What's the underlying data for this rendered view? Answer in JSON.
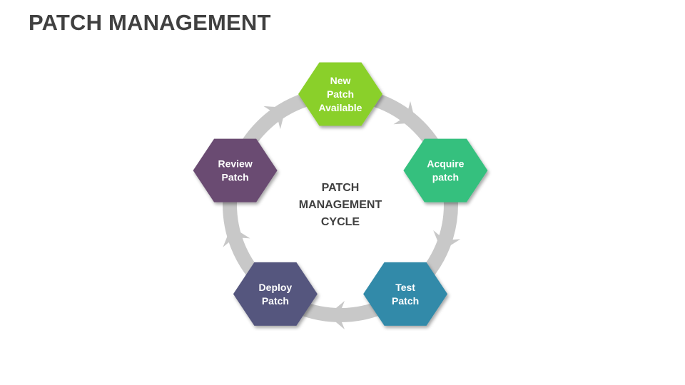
{
  "title": "PATCH MANAGEMENT",
  "center_label": [
    "PATCH",
    "MANAGEMENT",
    "CYCLE"
  ],
  "ring_color": "#c8c8c8",
  "steps": [
    {
      "id": "new-patch",
      "lines": [
        "New",
        "Patch",
        "Available"
      ],
      "color": "#8ad02c"
    },
    {
      "id": "acquire-patch",
      "lines": [
        "Acquire",
        "patch"
      ],
      "color": "#35c07e"
    },
    {
      "id": "test-patch",
      "lines": [
        "Test",
        "Patch"
      ],
      "color": "#338aa9"
    },
    {
      "id": "deploy-patch",
      "lines": [
        "Deploy",
        "Patch"
      ],
      "color": "#54567e"
    },
    {
      "id": "review-patch",
      "lines": [
        "Review",
        "Patch"
      ],
      "color": "#6b4c72"
    }
  ]
}
